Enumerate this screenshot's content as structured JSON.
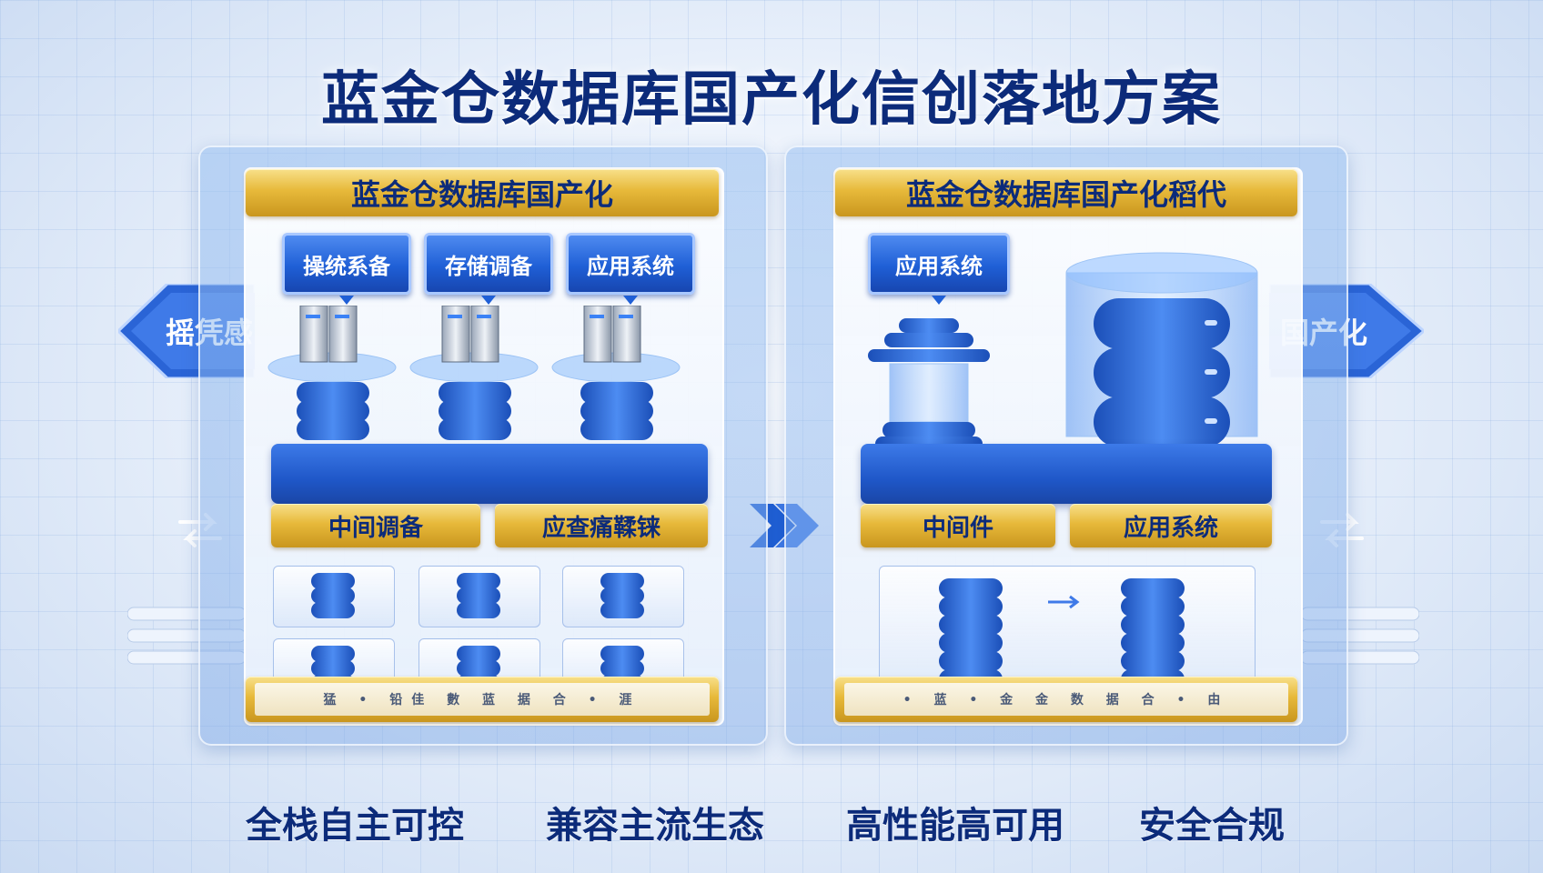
{
  "title": "蓝金仓数据库国产化信创落地方案",
  "left_panel": {
    "header": "蓝金仓数据库国产化",
    "top_buttons": [
      "操统系备",
      "存储调备",
      "应用系统"
    ],
    "middle_labels": [
      "中间调备",
      "应查痛鞣铼"
    ],
    "footer": "猛 • 铅佳 數 蓝 据 合 • 涯"
  },
  "right_panel": {
    "header": "蓝金仓数据库国产化稻代",
    "top_button": "应用系统",
    "middle_labels": [
      "中间件",
      "应用系统"
    ],
    "footer": "• 蓝 • 金 金 数 据 合 • 由"
  },
  "left_arrow_label": "摇凭感",
  "right_arrow_label": "国产化",
  "bottom_features": [
    "全栈自主可控",
    "兼容主流生态",
    "高性能高可用",
    "安全合规"
  ],
  "colors": {
    "navy": "#0c2b7a",
    "blue": "#1f5fd6",
    "gold": "#e7b93a"
  }
}
